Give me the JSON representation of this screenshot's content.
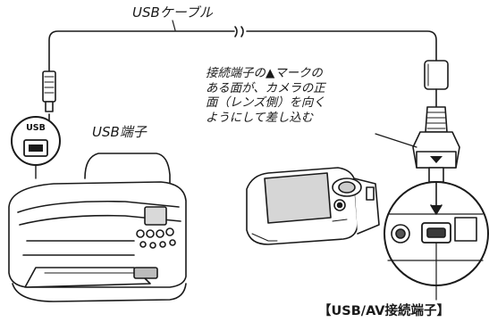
{
  "labels": {
    "cable": "USBケーブル",
    "printer_port": "USB端子",
    "port_tag": "USB",
    "camera_port": "【USB/AV接続端子】",
    "note_lines": [
      "接続端子の▲マークの",
      "ある面が、カメラの正",
      "面（レンズ側）を向く",
      "ようにして差し込む"
    ]
  },
  "colors": {
    "line": "#1a1a1a",
    "fill": "#ffffff",
    "shade": "#cfcfcf",
    "dark": "#444444"
  }
}
